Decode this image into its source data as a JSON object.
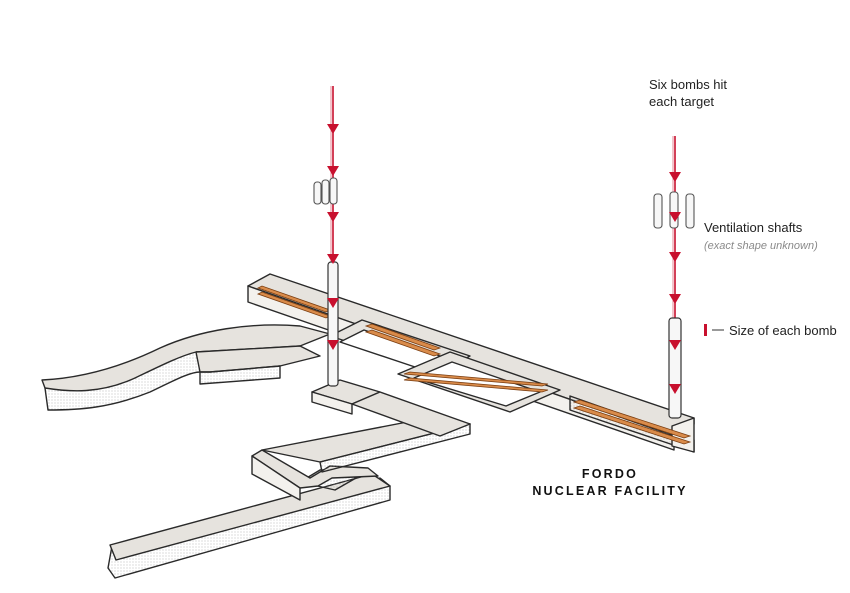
{
  "annotations": {
    "bombs_line1": "Six bombs hit",
    "bombs_line2": "each target",
    "ventilation_title": "Ventilation shafts",
    "ventilation_note": "(exact shape unknown)",
    "bomb_size": "Size of each bomb"
  },
  "facility": {
    "name_line1": "FORDO",
    "name_line2": "NUCLEAR FACILITY"
  },
  "colors": {
    "bomb_red": "#c8102e",
    "tunnel_fill": "#e6e3de",
    "tunnel_side": "#f3f1ed",
    "stroke": "#2a2a2a",
    "orange_hall": "#d98b4a"
  },
  "targets": [
    {
      "name": "left-target",
      "bomb_count": 6
    },
    {
      "name": "right-target",
      "bomb_count": 6
    }
  ]
}
